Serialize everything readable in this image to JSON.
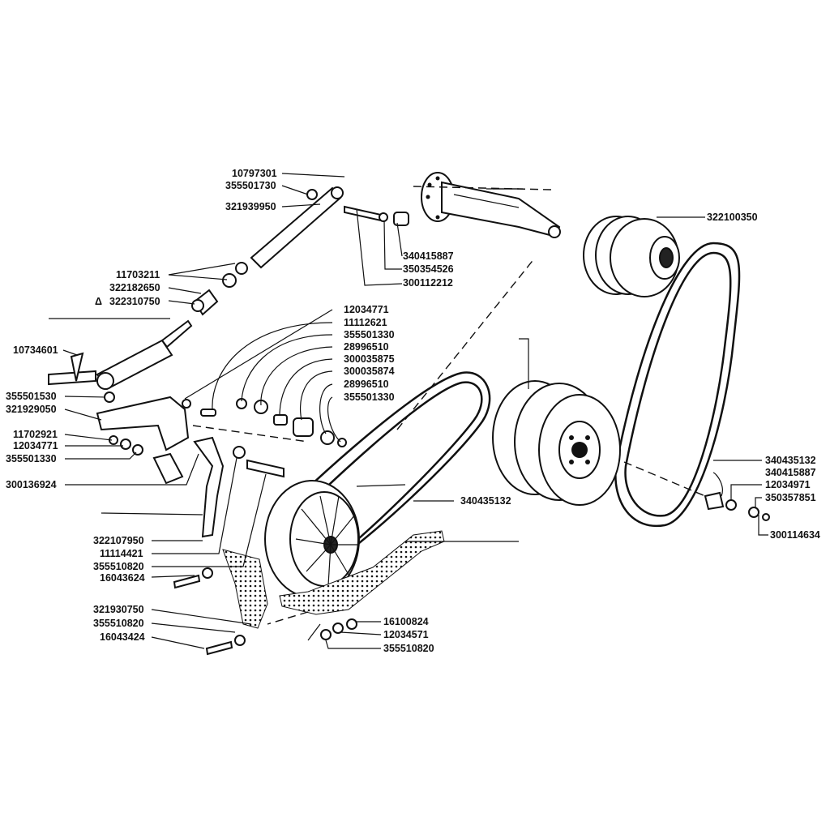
{
  "labels": {
    "l10797301": "10797301",
    "l355501730": "355501730",
    "l321939950": "321939950",
    "l11703211": "11703211",
    "l322182650": "322182650",
    "l322310750": "322310750",
    "triangle_mark": "Δ",
    "l10734601": "10734601",
    "l355501530": "355501530",
    "l321929050": "321929050",
    "l11702921": "11702921",
    "l12034771_left": "12034771",
    "l355501330_left": "355501330",
    "l300136924": "300136924",
    "l322107950": "322107950",
    "l11114421": "11114421",
    "l355510820_a": "355510820",
    "l16043624": "16043624",
    "l321930750": "321930750",
    "l355510820_b": "355510820",
    "l16043424": "16043424",
    "l12034771_mid": "12034771",
    "l11112621": "11112621",
    "l355501330_mid_a": "355501330",
    "l28996510_a": "28996510",
    "l300035875": "300035875",
    "l300035874": "300035874",
    "l28996510_b": "28996510",
    "l355501330_mid_b": "355501330",
    "l340415887_top": "340415887",
    "l350354526": "350354526",
    "l300112212": "300112212",
    "l322100350": "322100350",
    "l340435132_mid": "340435132",
    "l340435132_right": "340435132",
    "l340415887_right": "340415887",
    "l12034971": "12034971",
    "l350357851": "350357851",
    "l300114634": "300114634",
    "l16100824": "16100824",
    "l12034571": "12034571",
    "l355510820_c": "355510820"
  }
}
